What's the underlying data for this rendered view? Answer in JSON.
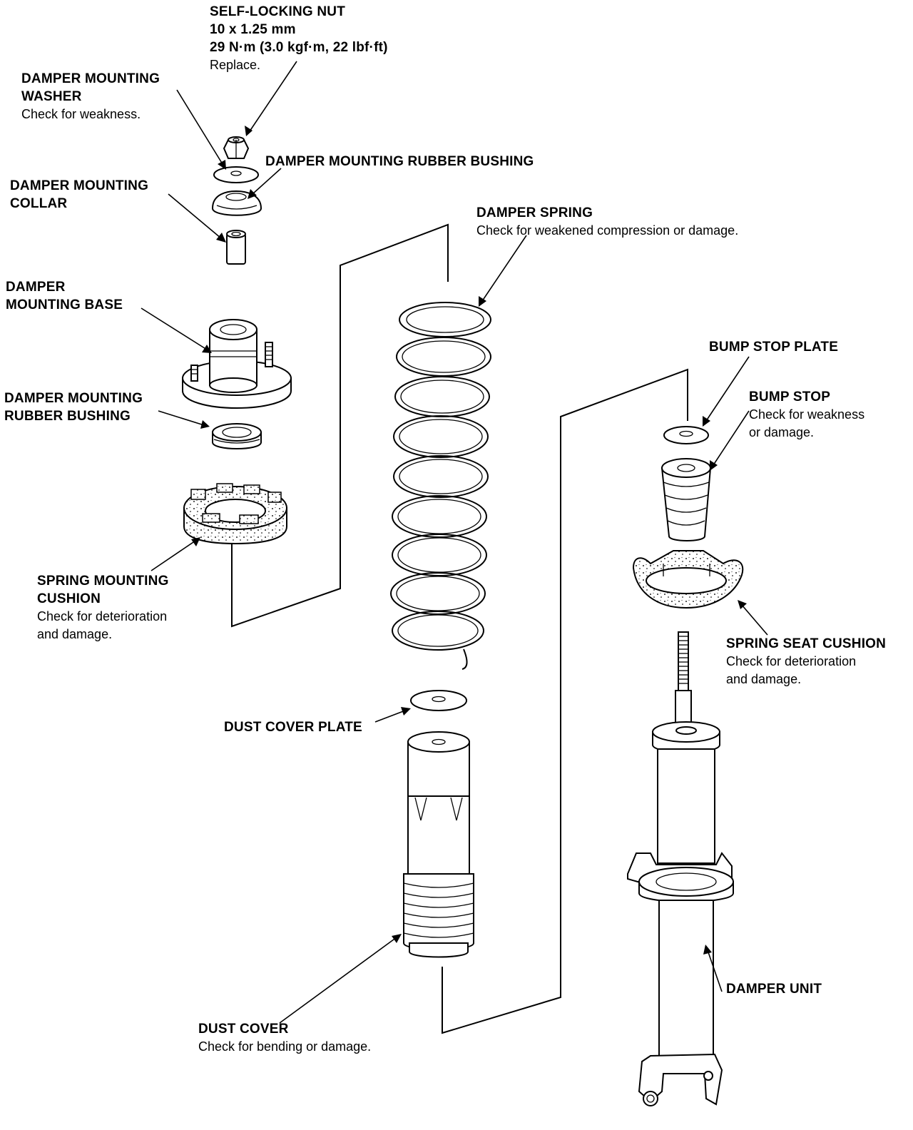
{
  "labels": {
    "self_locking_nut": {
      "title": "SELF-LOCKING NUT",
      "size": "10 x 1.25 mm",
      "torque": "29 N·m (3.0 kgf·m, 22 lbf·ft)",
      "note": "Replace."
    },
    "damper_mounting_washer": {
      "title_1": "DAMPER MOUNTING",
      "title_2": "WASHER",
      "note": "Check for weakness."
    },
    "damper_mounting_rubber_bushing_upper": {
      "title": "DAMPER MOUNTING RUBBER BUSHING"
    },
    "damper_mounting_collar": {
      "title_1": "DAMPER MOUNTING",
      "title_2": "COLLAR"
    },
    "damper_spring": {
      "title": "DAMPER SPRING",
      "note": "Check for weakened compression or damage."
    },
    "damper_mounting_base": {
      "title_1": "DAMPER",
      "title_2": "MOUNTING BASE"
    },
    "bump_stop_plate": {
      "title": "BUMP STOP PLATE"
    },
    "bump_stop": {
      "title": "BUMP STOP",
      "note_1": "Check for weakness",
      "note_2": "or damage."
    },
    "damper_mounting_rubber_bushing_lower": {
      "title_1": "DAMPER MOUNTING",
      "title_2": "RUBBER BUSHING"
    },
    "spring_mounting_cushion": {
      "title_1": "SPRING MOUNTING",
      "title_2": "CUSHION",
      "note_1": "Check for deterioration",
      "note_2": "and damage."
    },
    "spring_seat_cushion": {
      "title": "SPRING SEAT CUSHION",
      "note_1": "Check for deterioration",
      "note_2": "and damage."
    },
    "dust_cover_plate": {
      "title": "DUST COVER PLATE"
    },
    "damper_unit": {
      "title": "DAMPER UNIT"
    },
    "dust_cover": {
      "title": "DUST COVER",
      "note": "Check for bending or damage."
    }
  }
}
